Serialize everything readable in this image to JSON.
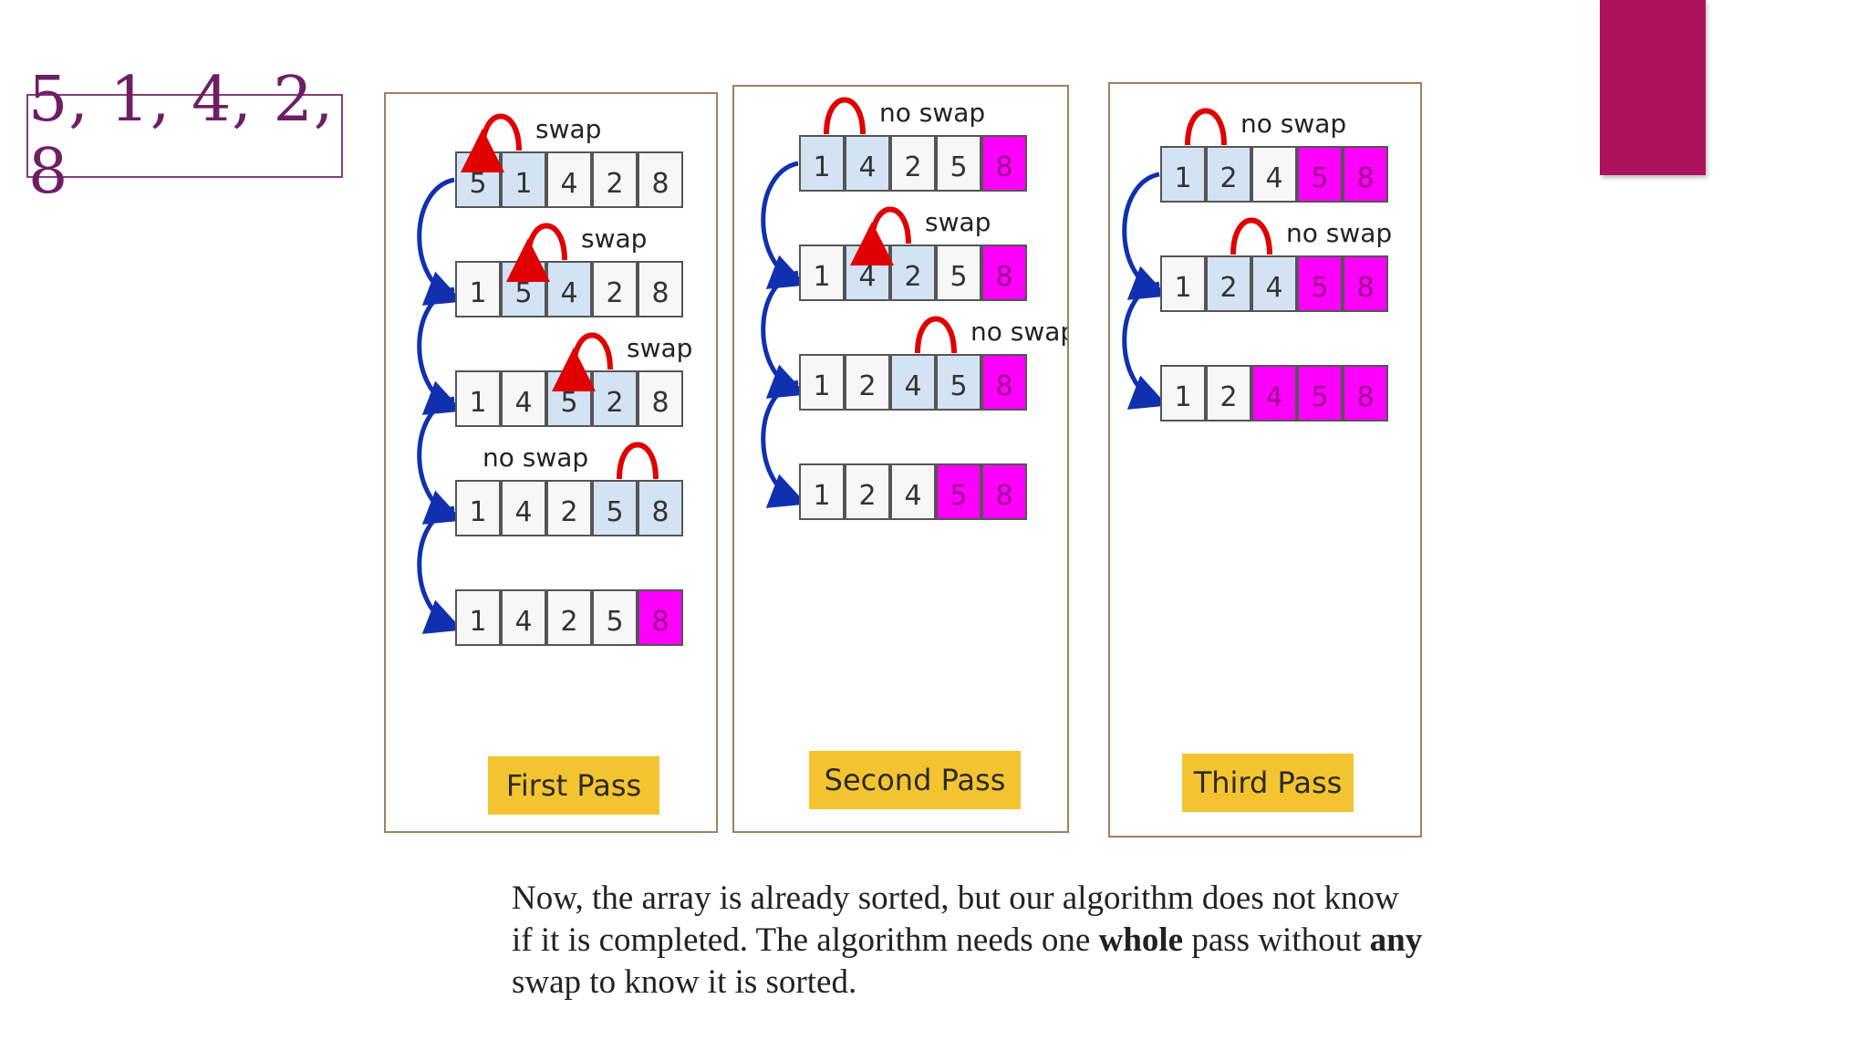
{
  "title": "5, 1, 4, 2, 8",
  "colors": {
    "accent": "#ad125f",
    "compared": "#d3e3f3",
    "sorted": "#ff00ff",
    "plain": "#f7f7f7",
    "arrow": "#1030b0",
    "swap_arc": "#e00000",
    "label_bg": "#f4c430"
  },
  "passes": [
    {
      "label": "First Pass",
      "steps": [
        {
          "values": [
            "5",
            "1",
            "4",
            "2",
            "8"
          ],
          "compare": [
            0,
            1
          ],
          "sorted": [],
          "annotation": "swap",
          "swap": true
        },
        {
          "values": [
            "1",
            "5",
            "4",
            "2",
            "8"
          ],
          "compare": [
            1,
            2
          ],
          "sorted": [],
          "annotation": "swap",
          "swap": true
        },
        {
          "values": [
            "1",
            "4",
            "5",
            "2",
            "8"
          ],
          "compare": [
            2,
            3
          ],
          "sorted": [],
          "annotation": "swap",
          "swap": true
        },
        {
          "values": [
            "1",
            "4",
            "2",
            "5",
            "8"
          ],
          "compare": [
            3,
            4
          ],
          "sorted": [],
          "annotation": "no swap",
          "swap": false
        },
        {
          "values": [
            "1",
            "4",
            "2",
            "5",
            "8"
          ],
          "compare": [],
          "sorted": [
            4
          ],
          "annotation": "",
          "swap": false
        }
      ]
    },
    {
      "label": "Second Pass",
      "steps": [
        {
          "values": [
            "1",
            "4",
            "2",
            "5",
            "8"
          ],
          "compare": [
            0,
            1
          ],
          "sorted": [
            4
          ],
          "annotation": "no swap",
          "swap": false
        },
        {
          "values": [
            "1",
            "4",
            "2",
            "5",
            "8"
          ],
          "compare": [
            1,
            2
          ],
          "sorted": [
            4
          ],
          "annotation": "swap",
          "swap": true
        },
        {
          "values": [
            "1",
            "2",
            "4",
            "5",
            "8"
          ],
          "compare": [
            2,
            3
          ],
          "sorted": [
            4
          ],
          "annotation": "no swap",
          "swap": false
        },
        {
          "values": [
            "1",
            "2",
            "4",
            "5",
            "8"
          ],
          "compare": [],
          "sorted": [
            3,
            4
          ],
          "annotation": "",
          "swap": false
        }
      ]
    },
    {
      "label": "Third Pass",
      "steps": [
        {
          "values": [
            "1",
            "2",
            "4",
            "5",
            "8"
          ],
          "compare": [
            0,
            1
          ],
          "sorted": [
            3,
            4
          ],
          "annotation": "no swap",
          "swap": false
        },
        {
          "values": [
            "1",
            "2",
            "4",
            "5",
            "8"
          ],
          "compare": [
            1,
            2
          ],
          "sorted": [
            3,
            4
          ],
          "annotation": "no swap",
          "swap": false
        },
        {
          "values": [
            "1",
            "2",
            "4",
            "5",
            "8"
          ],
          "compare": [],
          "sorted": [
            2,
            3,
            4
          ],
          "annotation": "",
          "swap": false
        }
      ]
    }
  ],
  "caption": {
    "part1": "Now, the array is already sorted, but our algorithm does not know if it is completed. The algorithm needs one ",
    "bold1": "whole",
    "part2": " pass without ",
    "bold2": "any",
    "part3": " swap to know it is sorted."
  }
}
